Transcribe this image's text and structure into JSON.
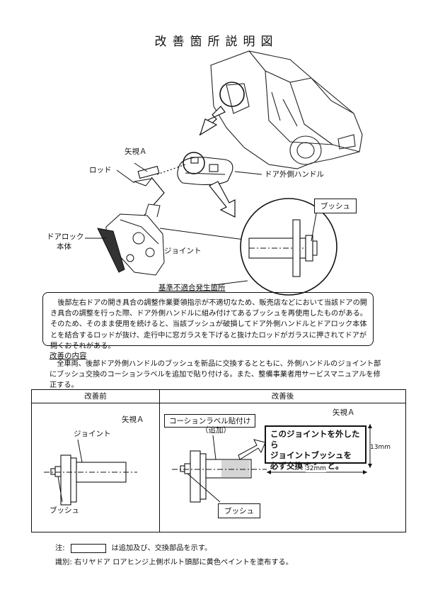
{
  "title": "改善箇所説明図",
  "diagram": {
    "view_a": "矢視Ａ",
    "rod": "ロッド",
    "outer_handle": "ドア外側ハンドル",
    "bush": "ブッシュ",
    "door_lock_line1": "ドアロック",
    "door_lock_line2": "本体",
    "joint": "ジョイント",
    "defect_location": "基準不適合発生箇所"
  },
  "description": "後部左右ドアの開き具合の調整作業要領指示が不適切なため、販売店などにおいて当該ドアの開き具合の調整を行った際、ドア外側ハンドルに組み付けてあるブッシュを再使用したものがある。そのため、そのまま使用を続けると、当該ブッシュが破損してドア外側ハンドルとドアロック本体とを結合するロッドが抜け、走行中に窓ガラスを下げると抜けたロッドがガラスに押されてドアが開くおそれがある。",
  "improvement": {
    "heading": "改善の内容",
    "body": "全車両、後部ドア外側ハンドルのブッシュを新品に交換するとともに、外側ハンドルのジョイント部にブッシュ交換のコーションラベルを追加で貼り付ける。また、整備事業者用サービスマニュアルを修正する。"
  },
  "comparison": {
    "before_header": "改善前",
    "after_header": "改善後",
    "before": {
      "view_a": "矢視Ａ",
      "joint": "ジョイント",
      "bush": "ブッシュ"
    },
    "after": {
      "view_a": "矢視Ａ",
      "label_callout_line1": "コーションラベル貼付け",
      "label_callout_line2": "（追加）",
      "caution_text_line1": "このジョイントを外したら",
      "caution_text_line2": "ジョイントブッシュを",
      "caution_text_line3": "必ず交換すること。",
      "height_dim": "13mm",
      "width_dim": "32mm",
      "bush": "ブッシュ"
    }
  },
  "notes": {
    "note_prefix": "注:",
    "note_text": "は追加及び、交換部品を示す。",
    "identification": "識別: 右リヤドア ロアヒンジ上側ボルト頭部に黄色ペイントを塗布する。"
  }
}
